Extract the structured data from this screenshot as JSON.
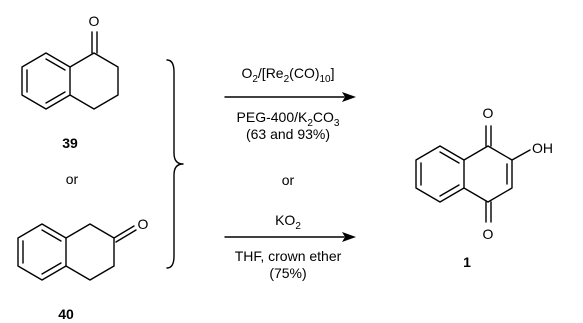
{
  "compounds": {
    "c39": {
      "label": "39",
      "carbonyl_atom": "O"
    },
    "c40": {
      "label": "40",
      "carbonyl_atom": "O"
    },
    "c1": {
      "label": "1",
      "atoms": {
        "o_top": "O",
        "o_bottom": "O",
        "hydroxyl": "OH"
      }
    }
  },
  "or_between_substrates": "or",
  "conditions": {
    "upper": {
      "reagent_main": "O",
      "reagent_sub1": "2",
      "reagent_mid1": "/[Re",
      "reagent_sub2": "2",
      "reagent_mid2": "(CO)",
      "reagent_sub3": "10",
      "reagent_end": "]",
      "solvent_main": "PEG-400/K",
      "solvent_sub1": "2",
      "solvent_mid": "CO",
      "solvent_sub2": "3",
      "yield": "(63 and 93%)"
    },
    "or_label": "or",
    "lower": {
      "reagent_main": "KO",
      "reagent_sub": "2",
      "solvent": "THF, crown ether",
      "yield": "(75%)"
    }
  }
}
